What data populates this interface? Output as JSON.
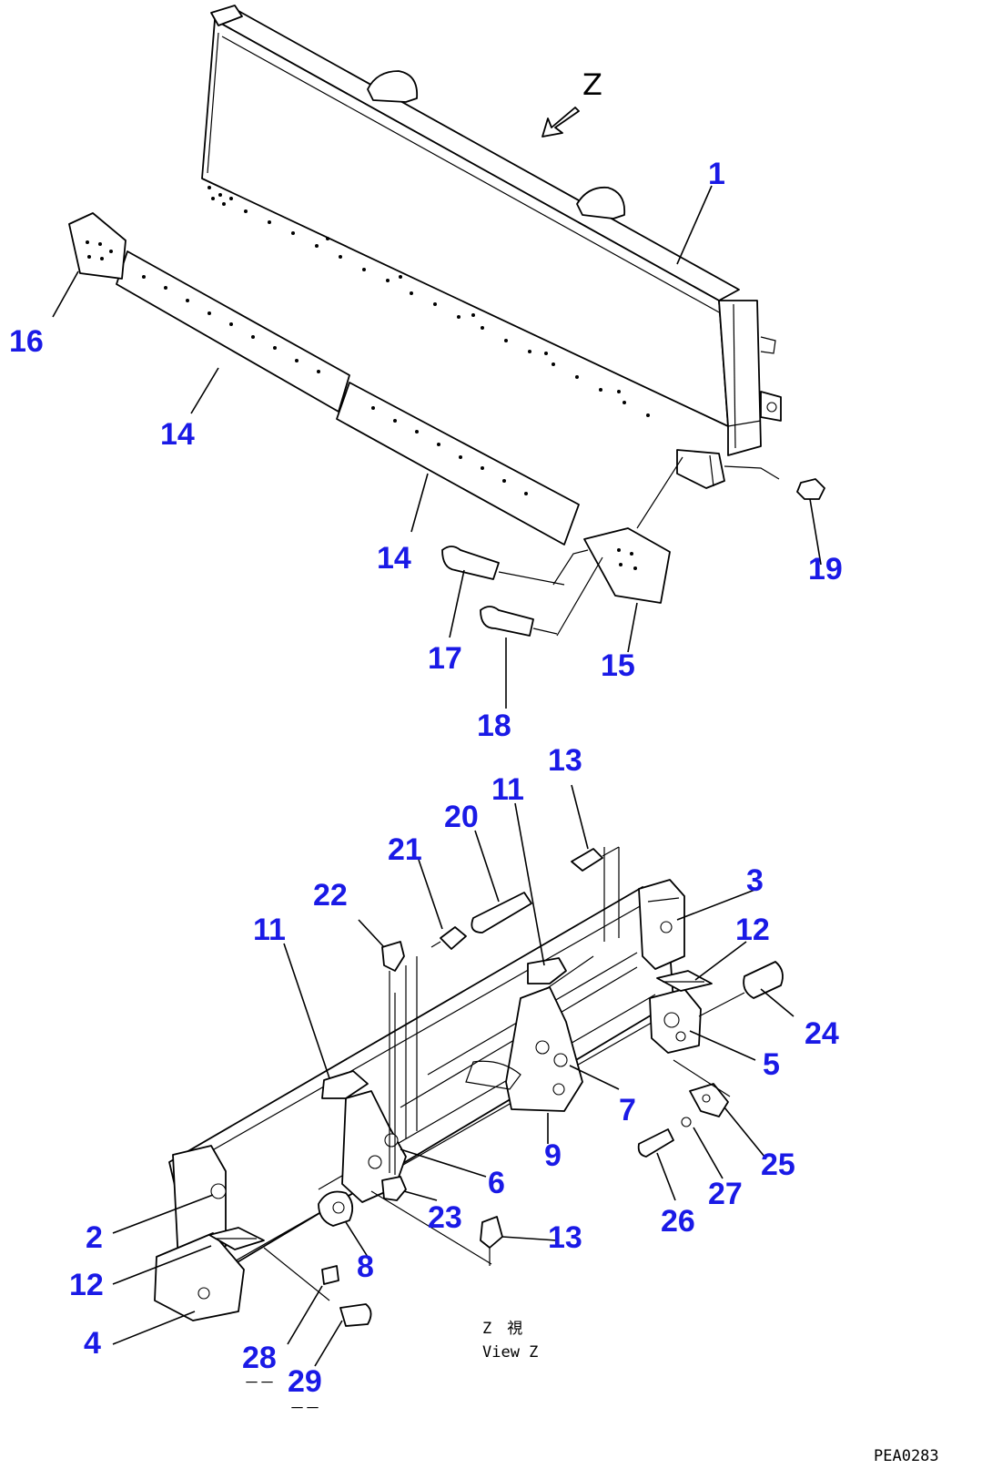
{
  "diagram": {
    "view_arrow_label": "Z",
    "view_caption_cjk": "Z　視",
    "view_caption": "View Z",
    "drawing_code": "PEA0283",
    "under_marks": [
      "－－",
      "－－"
    ],
    "callouts": [
      {
        "id": "c1",
        "label": "1"
      },
      {
        "id": "c16",
        "label": "16"
      },
      {
        "id": "c14a",
        "label": "14"
      },
      {
        "id": "c14b",
        "label": "14"
      },
      {
        "id": "c19",
        "label": "19"
      },
      {
        "id": "c17",
        "label": "17"
      },
      {
        "id": "c15",
        "label": "15"
      },
      {
        "id": "c18",
        "label": "18"
      },
      {
        "id": "c13a",
        "label": "13"
      },
      {
        "id": "c11a",
        "label": "11"
      },
      {
        "id": "c20",
        "label": "20"
      },
      {
        "id": "c21",
        "label": "21"
      },
      {
        "id": "c3",
        "label": "3"
      },
      {
        "id": "c22",
        "label": "22"
      },
      {
        "id": "c11b",
        "label": "11"
      },
      {
        "id": "c12a",
        "label": "12"
      },
      {
        "id": "c24",
        "label": "24"
      },
      {
        "id": "c5",
        "label": "5"
      },
      {
        "id": "c7",
        "label": "7"
      },
      {
        "id": "c25",
        "label": "25"
      },
      {
        "id": "c9",
        "label": "9"
      },
      {
        "id": "c6",
        "label": "6"
      },
      {
        "id": "c27",
        "label": "27"
      },
      {
        "id": "c23",
        "label": "23"
      },
      {
        "id": "c26",
        "label": "26"
      },
      {
        "id": "c2",
        "label": "2"
      },
      {
        "id": "c13b",
        "label": "13"
      },
      {
        "id": "c8",
        "label": "8"
      },
      {
        "id": "c12b",
        "label": "12"
      },
      {
        "id": "c4",
        "label": "4"
      },
      {
        "id": "c28",
        "label": "28"
      },
      {
        "id": "c29",
        "label": "29"
      }
    ]
  }
}
